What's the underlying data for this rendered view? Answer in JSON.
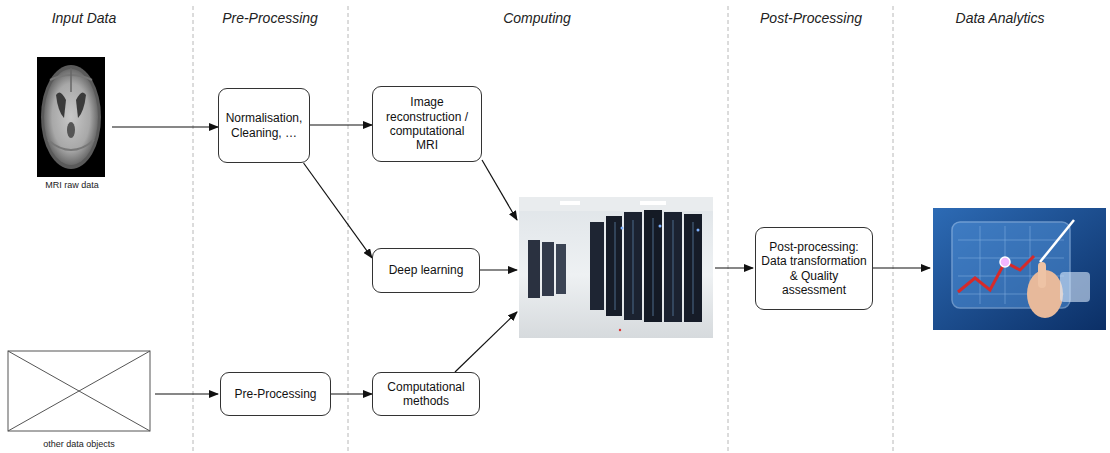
{
  "diagram": {
    "nodes": [
      {
        "text": [
          "Normalisation, Cleaning, …"
        ]
      },
      {
        "text": [
          "Image reconstruction / computational MRI"
        ]
      },
      {
        "text": [
          "Deep learning"
        ]
      },
      {
        "text": [
          "Pre-Processing"
        ]
      },
      {
        "text": [
          "Computational methods"
        ]
      },
      {
        "text": [
          "Post-processing: Data transformation & Quality assessment"
        ]
      }
    ],
    "edges": [
      {
        "from": 0,
        "to": 1,
        "arrow": "to"
      },
      {
        "from": 0,
        "to": 2,
        "arrow": "to"
      },
      {
        "from": 3,
        "to": 4,
        "arrow": "to"
      }
    ],
    "labels": [
      "Input Data",
      "Pre-Processing",
      "Computing",
      "Post-Processing",
      "Data Analytics",
      "MRI raw data",
      "other data objects"
    ]
  }
}
